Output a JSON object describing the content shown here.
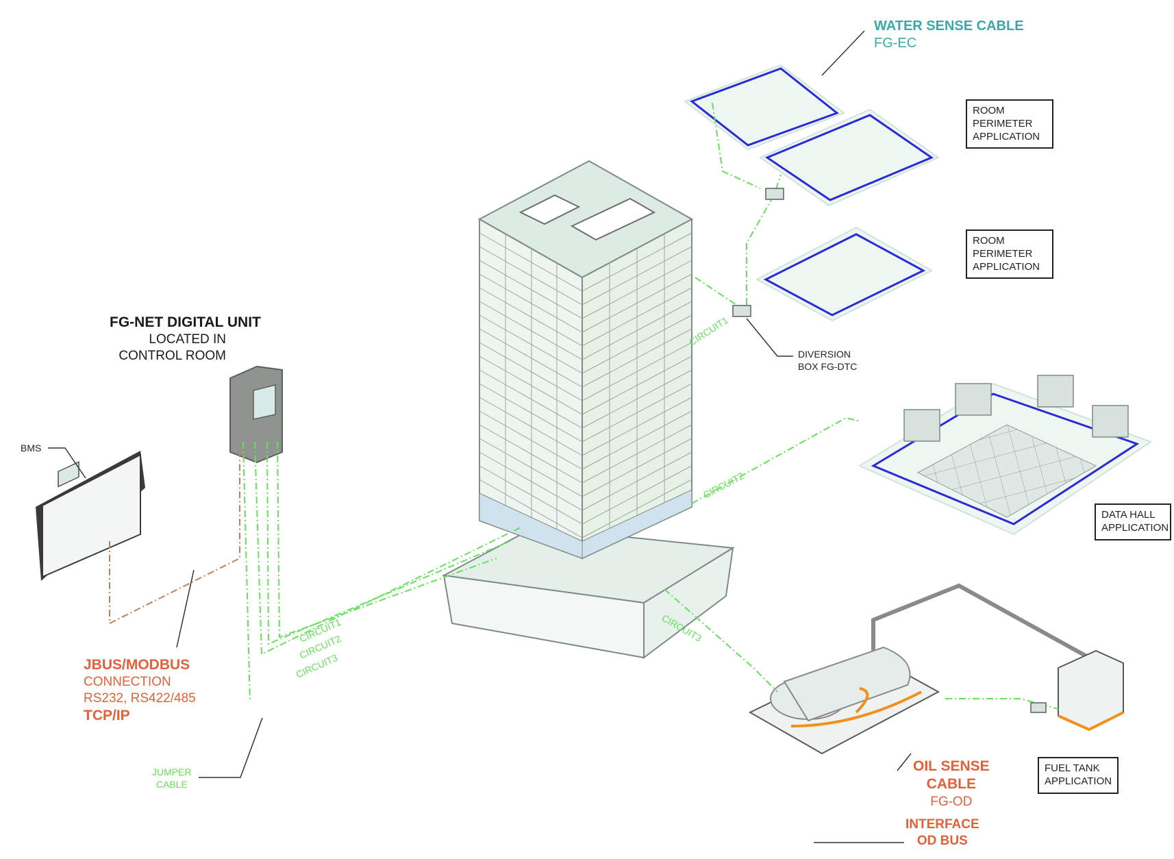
{
  "labels": {
    "water_sense_title": "WATER SENSE CABLE",
    "water_sense_code": "FG-EC",
    "room_perimeter_1": [
      "ROOM",
      "PERIMETER",
      "APPLICATION"
    ],
    "room_perimeter_2": [
      "ROOM",
      "PERIMETER",
      "APPLICATION"
    ],
    "diversion_box": [
      "DIVERSION",
      "BOX FG-DTC"
    ],
    "data_hall": [
      "DATA HALL",
      "APPLICATION"
    ],
    "fg_net_title": "FG-NET DIGITAL UNIT",
    "fg_net_sub1": "LOCATED IN",
    "fg_net_sub2": "CONTROL ROOM",
    "bms": "BMS",
    "jbus_title": "JBUS/MODBUS",
    "jbus_connection": "CONNECTION",
    "jbus_rs": "RS232, RS422/485",
    "jbus_tcp": "TCP/IP",
    "jumper_cable": [
      "JUMPER",
      "CABLE"
    ],
    "oil_sense_1": "OIL SENSE",
    "oil_sense_2": "CABLE",
    "oil_sense_code": "FG-OD",
    "interface": "INTERFACE",
    "od_bus": "OD BUS",
    "fuel_tank": [
      "FUEL TANK",
      "APPLICATION"
    ],
    "circuit1": "CIRCUIT1",
    "circuit2": "CIRCUIT2",
    "circuit3": "CIRCUIT3"
  },
  "colors": {
    "circuit_green": "#66e05a",
    "sense_blue": "#2b2bd6",
    "modbus_brown": "#c08060",
    "oil_orange": "#f0901e",
    "label_teal": "#3aa8a8",
    "label_orange": "#e2603a"
  }
}
